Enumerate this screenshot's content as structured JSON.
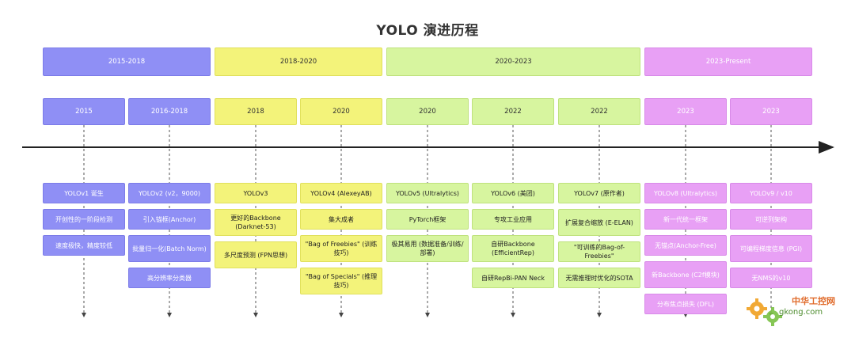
{
  "title": "YOLO 演进历程",
  "eras": [
    "2015-2018",
    "2018-2020",
    "2020-2023",
    "2023-Present"
  ],
  "periods": [
    "2015",
    "2016-2018",
    "2018",
    "2020",
    "2020",
    "2022",
    "2022",
    "2023",
    "2023"
  ],
  "columns": [
    {
      "cards": [
        "YOLOv1 诞生",
        "开创性的一阶段检测",
        "速度极快，精度较低"
      ]
    },
    {
      "cards": [
        "YOLOv2 (v2，9000)",
        "引入锚框(Anchor)",
        "批量归一化(Batch Norm)",
        "高分辨率分类器"
      ]
    },
    {
      "cards": [
        "YOLOv3",
        "更好的Backbone (Darknet-53)",
        "多尺度预测 (FPN思想)"
      ]
    },
    {
      "cards": [
        "YOLOv4 (AlexeyAB)",
        "集大成者",
        "\"Bag of Freebies\" (训练技巧)",
        "\"Bag of Specials\" (推理技巧)"
      ]
    },
    {
      "cards": [
        "YOLOv5 (Ultralytics)",
        "PyTorch框架",
        "极其易用 (数据准备/训练/部署)"
      ]
    },
    {
      "cards": [
        "YOLOv6 (美团)",
        "专攻工业应用",
        "自研Backbone (EfficientRep)",
        "自研RepBi-PAN Neck"
      ]
    },
    {
      "cards": [
        "YOLOv7 (原作者)",
        "扩展复合缩放 (E-ELAN)",
        "\"可训练的Bag-of-Freebies\"",
        "无需推理时优化的SOTA"
      ]
    },
    {
      "cards": [
        "YOLOv8 (Ultralytics)",
        "新一代统一框架",
        "无锚点(Anchor-Free)",
        "新Backbone (C2f模块)",
        "分布焦点损失 (DFL)"
      ]
    },
    {
      "cards": [
        "YOLOv9 / v10",
        "可逆列架构",
        "可编程梯度信息 (PGI)",
        "无NMS的v10"
      ]
    }
  ],
  "watermark": {
    "line1": "中华工控网",
    "line2": "gkong.com"
  },
  "colors": {
    "blue": "#8f8ff5",
    "yellow": "#f3f37a",
    "green": "#d7f59f",
    "purple": "#e8a0f5"
  }
}
